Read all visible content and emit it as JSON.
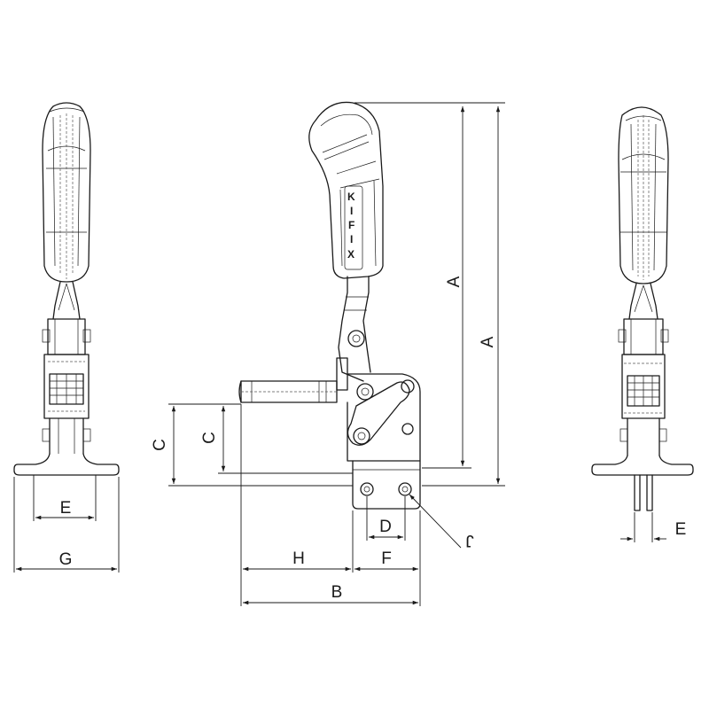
{
  "brand": {
    "letters": [
      "K",
      "I",
      "F",
      "I",
      "X"
    ]
  },
  "dimensions": {
    "a_inner": "A",
    "a_outer": "A",
    "c_inner": "C",
    "c_outer": "C",
    "h": "H",
    "f": "F",
    "b": "B",
    "d": "D",
    "j": "J",
    "e_left": "E",
    "g": "G",
    "e_right": "E"
  }
}
